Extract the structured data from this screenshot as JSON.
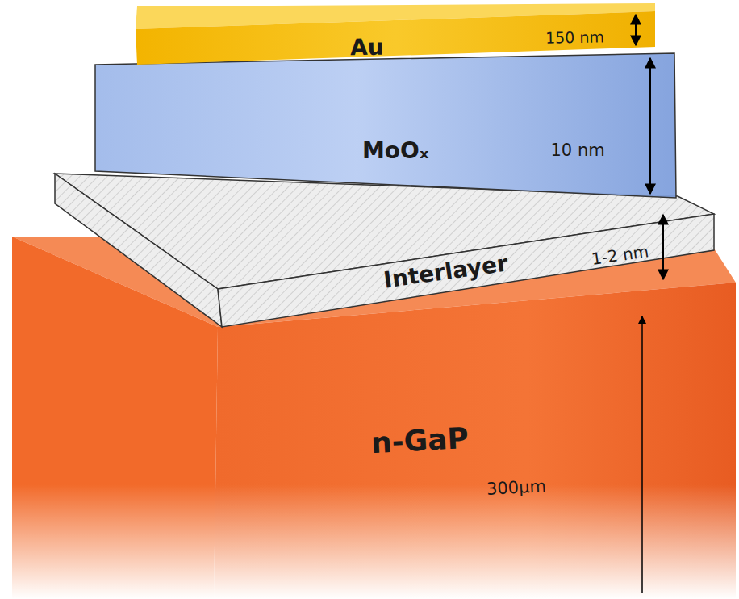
{
  "diagram": {
    "nodes": [
      {
        "text": [
          "Au"
        ]
      },
      {
        "text": [
          "MoOₓ"
        ]
      },
      {
        "text": [
          "Interlayer"
        ]
      },
      {
        "text": [
          "n-GaP"
        ]
      }
    ],
    "labels": [
      "150 nm",
      "10 nm",
      "1-2 nm",
      "300µm"
    ]
  }
}
